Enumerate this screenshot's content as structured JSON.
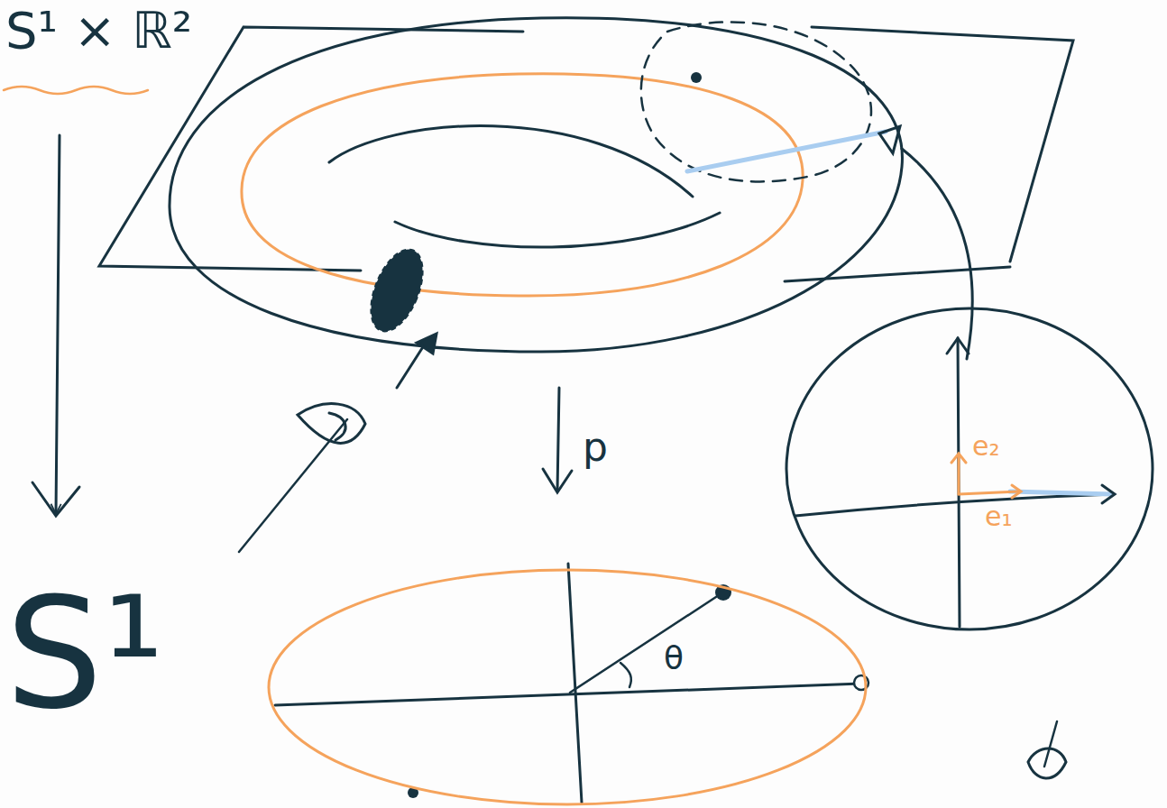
{
  "diagram": {
    "nodes": [
      {
        "text": [
          "e₂",
          "e₁"
        ]
      },
      {
        "text": [
          "θ"
        ]
      }
    ],
    "labels": [
      "S¹ × ℝ²",
      "p",
      "S¹"
    ]
  }
}
